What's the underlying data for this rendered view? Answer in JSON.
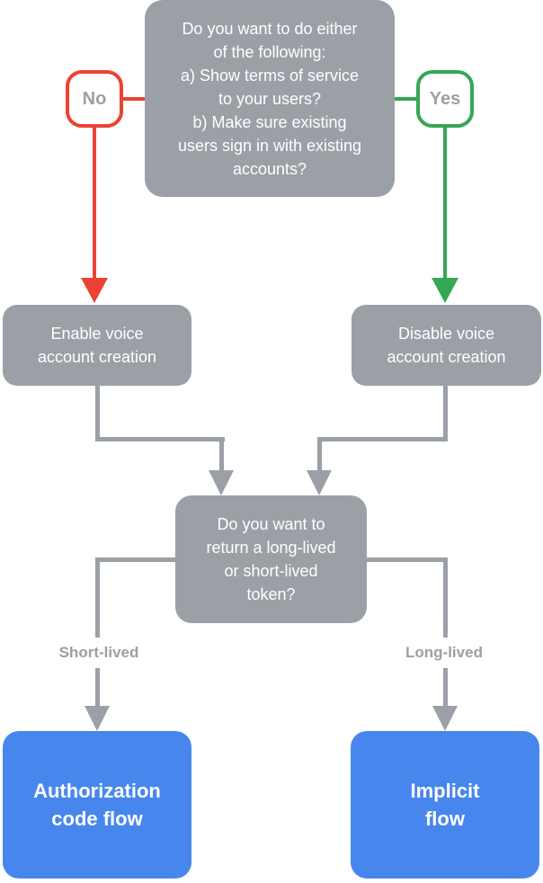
{
  "colors": {
    "node_gray": "#9AA0A6",
    "connector_gray": "#9AA0A6",
    "no_red": "#EA4335",
    "yes_green": "#34A853",
    "result_blue": "#4787ED",
    "muted_text": "#9AA0A6",
    "node_text": "#FFFFFF"
  },
  "nodes": {
    "root_question": "Do you want to do either\nof the following:\na) Show terms of service\nto your users?\nb) Make sure existing\nusers sign in with existing\naccounts?",
    "no_badge": "No",
    "yes_badge": "Yes",
    "enable_box": "Enable voice\naccount creation",
    "disable_box": "Disable voice\naccount creation",
    "token_question": "Do you want to\nreturn a long-lived\nor short-lived\ntoken?",
    "short_lived_label": "Short-lived",
    "long_lived_label": "Long-lived",
    "auth_code_box": "Authorization\ncode flow",
    "implicit_box": "Implicit\nflow"
  },
  "edges": [
    {
      "from": "root_question",
      "to": "enable_box",
      "label": "No",
      "color": "#EA4335"
    },
    {
      "from": "root_question",
      "to": "disable_box",
      "label": "Yes",
      "color": "#34A853"
    },
    {
      "from": "enable_box",
      "to": "token_question",
      "label": "",
      "color": "#9AA0A6"
    },
    {
      "from": "disable_box",
      "to": "token_question",
      "label": "",
      "color": "#9AA0A6"
    },
    {
      "from": "token_question",
      "to": "auth_code_box",
      "label": "Short-lived",
      "color": "#9AA0A6"
    },
    {
      "from": "token_question",
      "to": "implicit_box",
      "label": "Long-lived",
      "color": "#9AA0A6"
    }
  ]
}
